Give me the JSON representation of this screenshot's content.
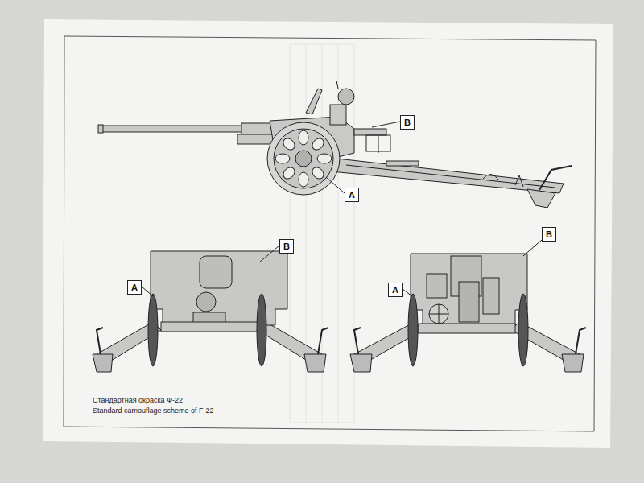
{
  "diagram": {
    "nodes": [
      {
        "text": [
          "B"
        ]
      },
      {
        "text": [
          "A"
        ]
      },
      {
        "text": [
          "B"
        ]
      },
      {
        "text": [
          "A"
        ]
      },
      {
        "text": [
          "B"
        ]
      },
      {
        "text": [
          "A"
        ]
      }
    ],
    "labels": [
      "Стандартная окраска Ф-22",
      "Standard camouflage scheme of F-22"
    ]
  }
}
